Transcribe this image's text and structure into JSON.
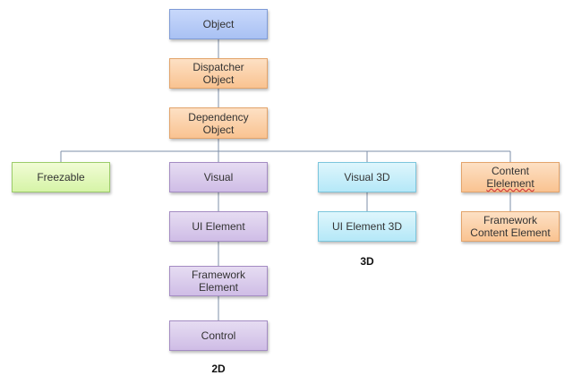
{
  "nodes": {
    "object": "Object",
    "dispatcher_object": "Dispatcher Object",
    "dependency_object": "Dependency Object",
    "freezable": "Freezable",
    "visual": "Visual",
    "visual_3d": "Visual 3D",
    "content_element": "Content",
    "content_element_word2": "Elelement",
    "ui_element": "UI Element",
    "ui_element_3d": "UI Element 3D",
    "framework_content_element": "Framework Content Element",
    "framework_element": "Framework Element",
    "control": "Control"
  },
  "labels": {
    "two_d": "2D",
    "three_d": "3D"
  },
  "colors": {
    "object": "#a9c1f3",
    "dispatcher_object": "#f9c391",
    "dependency_object": "#f9c391",
    "freezable": "#d6f4a7",
    "visual_family": "#cfbde6",
    "visual_3d_family": "#b5e8f8",
    "content_element_family": "#f9c391",
    "connector": "#7d8fa8"
  }
}
